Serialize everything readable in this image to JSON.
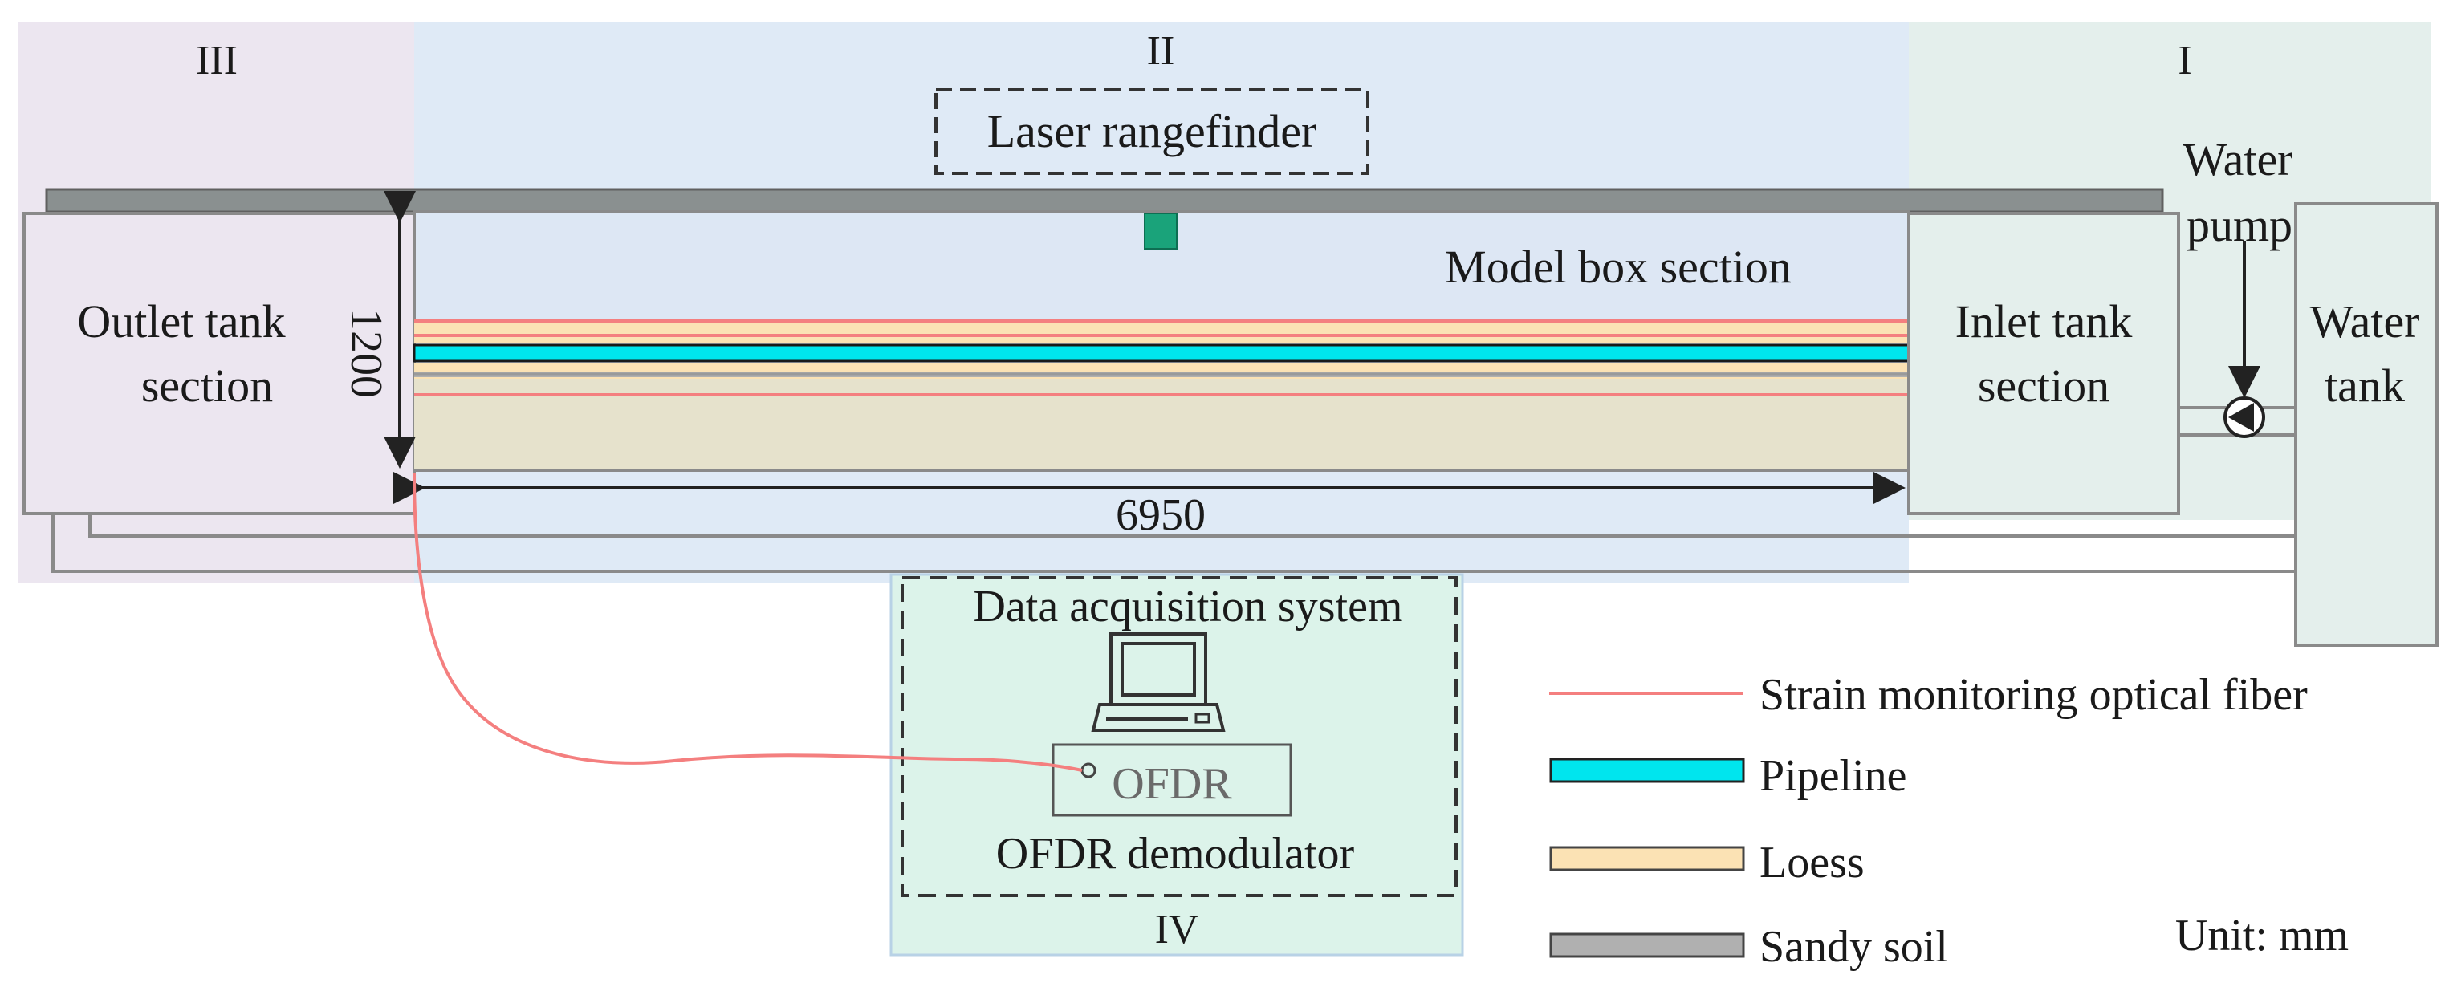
{
  "zones": {
    "zone_3": "III",
    "zone_2": "II",
    "zone_1": "I",
    "zone_4": "IV"
  },
  "labels": {
    "laser_rangefinder": "Laser rangefinder",
    "water_pump_line1": "Water",
    "water_pump_line2": "pump",
    "model_box_section": "Model box section",
    "outlet_line1": "Outlet tank",
    "outlet_line2": "section",
    "inlet_line1": "Inlet tank",
    "inlet_line2": "section",
    "water_tank_line1": "Water",
    "water_tank_line2": "tank",
    "dim_height": "1200",
    "dim_length": "6950",
    "data_acquisition": "Data acquisition system",
    "ofdr_box": "OFDR",
    "ofdr_demodulator": "OFDR demodulator",
    "unit": "Unit: mm"
  },
  "legend": [
    {
      "label": "Strain monitoring optical fiber",
      "color": "#f47f7f",
      "kind": "line"
    },
    {
      "label": "Pipeline",
      "color": "#00e5ee",
      "kind": "box"
    },
    {
      "label": "Loess",
      "color": "#fbe2b4",
      "kind": "box"
    },
    {
      "label": "Sandy soil",
      "color": "#b0b0b0",
      "kind": "box"
    }
  ],
  "colors": {
    "zone_3_bg": "#ece6f0",
    "zone_2_bg": "#dfeaf6",
    "zone_1_bg": "#e4efec",
    "zone_4_bg": "#dcf3ea",
    "fiber": "#f47f7f",
    "pipeline": "#00e5ee",
    "loess": "#fbe2b4",
    "sandy_soil": "#e6e2cc",
    "rangefinder_sensor": "#1aa37a"
  }
}
